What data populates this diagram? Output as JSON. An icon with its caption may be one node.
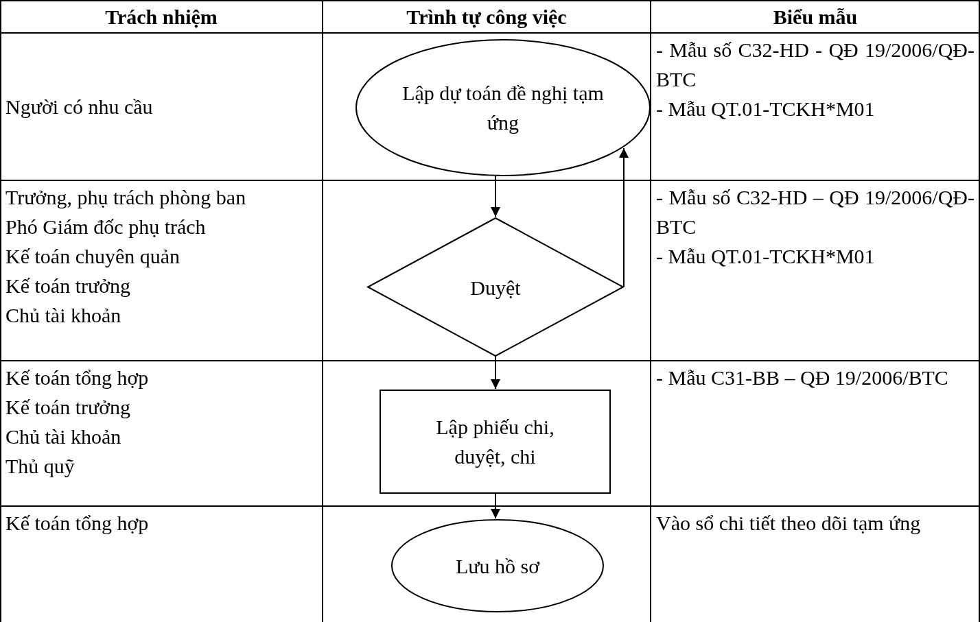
{
  "diagram": {
    "nodes": [
      {
        "text": [
          "Lập dự toán đề nghị tạm ứng"
        ]
      },
      {
        "text": [
          "Duyệt"
        ]
      },
      {
        "text": [
          "Lập phiếu chi, duyệt, chi"
        ]
      },
      {
        "text": [
          "Lưu hồ sơ"
        ]
      }
    ],
    "edges": [
      {
        "from": 0,
        "to": 1,
        "arrow": "to"
      },
      {
        "from": 1,
        "to": 0,
        "arrow": "to"
      },
      {
        "from": 1,
        "to": 2,
        "arrow": "to"
      },
      {
        "from": 2,
        "to": 3,
        "arrow": "to"
      }
    ],
    "labels": [
      "Trách nhiệm",
      "Trình tự công việc",
      "Biểu mẫu",
      "Người có nhu cầu",
      "- Mẫu số C32-HD - QĐ 19/2006/QĐ-BTC",
      "- Mẫu QT.01-TCKH*M01",
      "Trưởng, phụ trách phòng ban",
      "Phó Giám đốc phụ trách",
      "Kế toán chuyên quản",
      "Kế toán trưởng",
      "Chủ tài khoản",
      "- Mẫu số C32-HD – QĐ 19/2006/QĐ-BTC",
      "- Mẫu QT.01-TCKH*M01",
      "Kế toán tổng hợp",
      "Kế toán trưởng",
      "Chủ tài khoản",
      "Thủ quỹ",
      "- Mẫu C31-BB – QĐ 19/2006/BTC",
      "Kế toán tổng hợp",
      "Vào sổ chi tiết theo dõi tạm ứng"
    ]
  }
}
